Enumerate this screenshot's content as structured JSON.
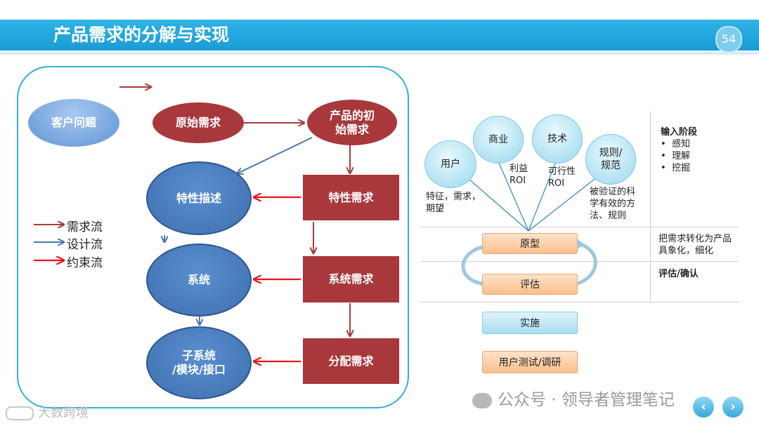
{
  "slide": {
    "title": "产品需求的分解与实现",
    "page_number": "54"
  },
  "left_diagram": {
    "customer_problem": "客户问题",
    "original_requirement": "原始需求",
    "product_initial_requirement_line1": "产品的初",
    "product_initial_requirement_line2": "始需求",
    "feature_description": "特性描述",
    "feature_requirement": "特性需求",
    "system": "系统",
    "system_requirement": "系统需求",
    "subsystem_line1": "子系统",
    "subsystem_line2": "/模块/接口",
    "allocated_requirement": "分配需求",
    "legend": {
      "requirement_flow": "需求流",
      "design_flow": "设计流",
      "constraint_flow": "约束流"
    },
    "colors": {
      "requirement_flow": "#a8383c",
      "design_flow": "#4a76b5",
      "constraint_flow": "#e8141e"
    }
  },
  "right_diagram": {
    "inputs": {
      "user": "用户",
      "business": "商业",
      "technology": "技术",
      "rules_line1": "规则/",
      "rules_line2": "规范"
    },
    "notes": {
      "user_line1": "特征，需求，",
      "user_line2": "期望",
      "business_line1": "利益",
      "business_line2": "ROI",
      "technology_line1": "可行性",
      "technology_line2": "ROI",
      "rules_line1": "被验证的科",
      "rules_line2": "学有效的方",
      "rules_line3": "法、规则"
    },
    "input_stage": {
      "title": "输入阶段",
      "items": [
        "感知",
        "理解",
        "挖掘"
      ]
    },
    "prototype_note_line1": "把需求转化为产品",
    "prototype_note_line2": "具象化，细化",
    "evaluate_note": "评估/确认",
    "process": {
      "prototype": "原型",
      "evaluate": "评估",
      "implement": "实施",
      "user_test": "用户测试/调研"
    }
  },
  "watermarks": {
    "wechat": "公众号 · 领导者管理笔记",
    "corner": "大数跨境"
  }
}
